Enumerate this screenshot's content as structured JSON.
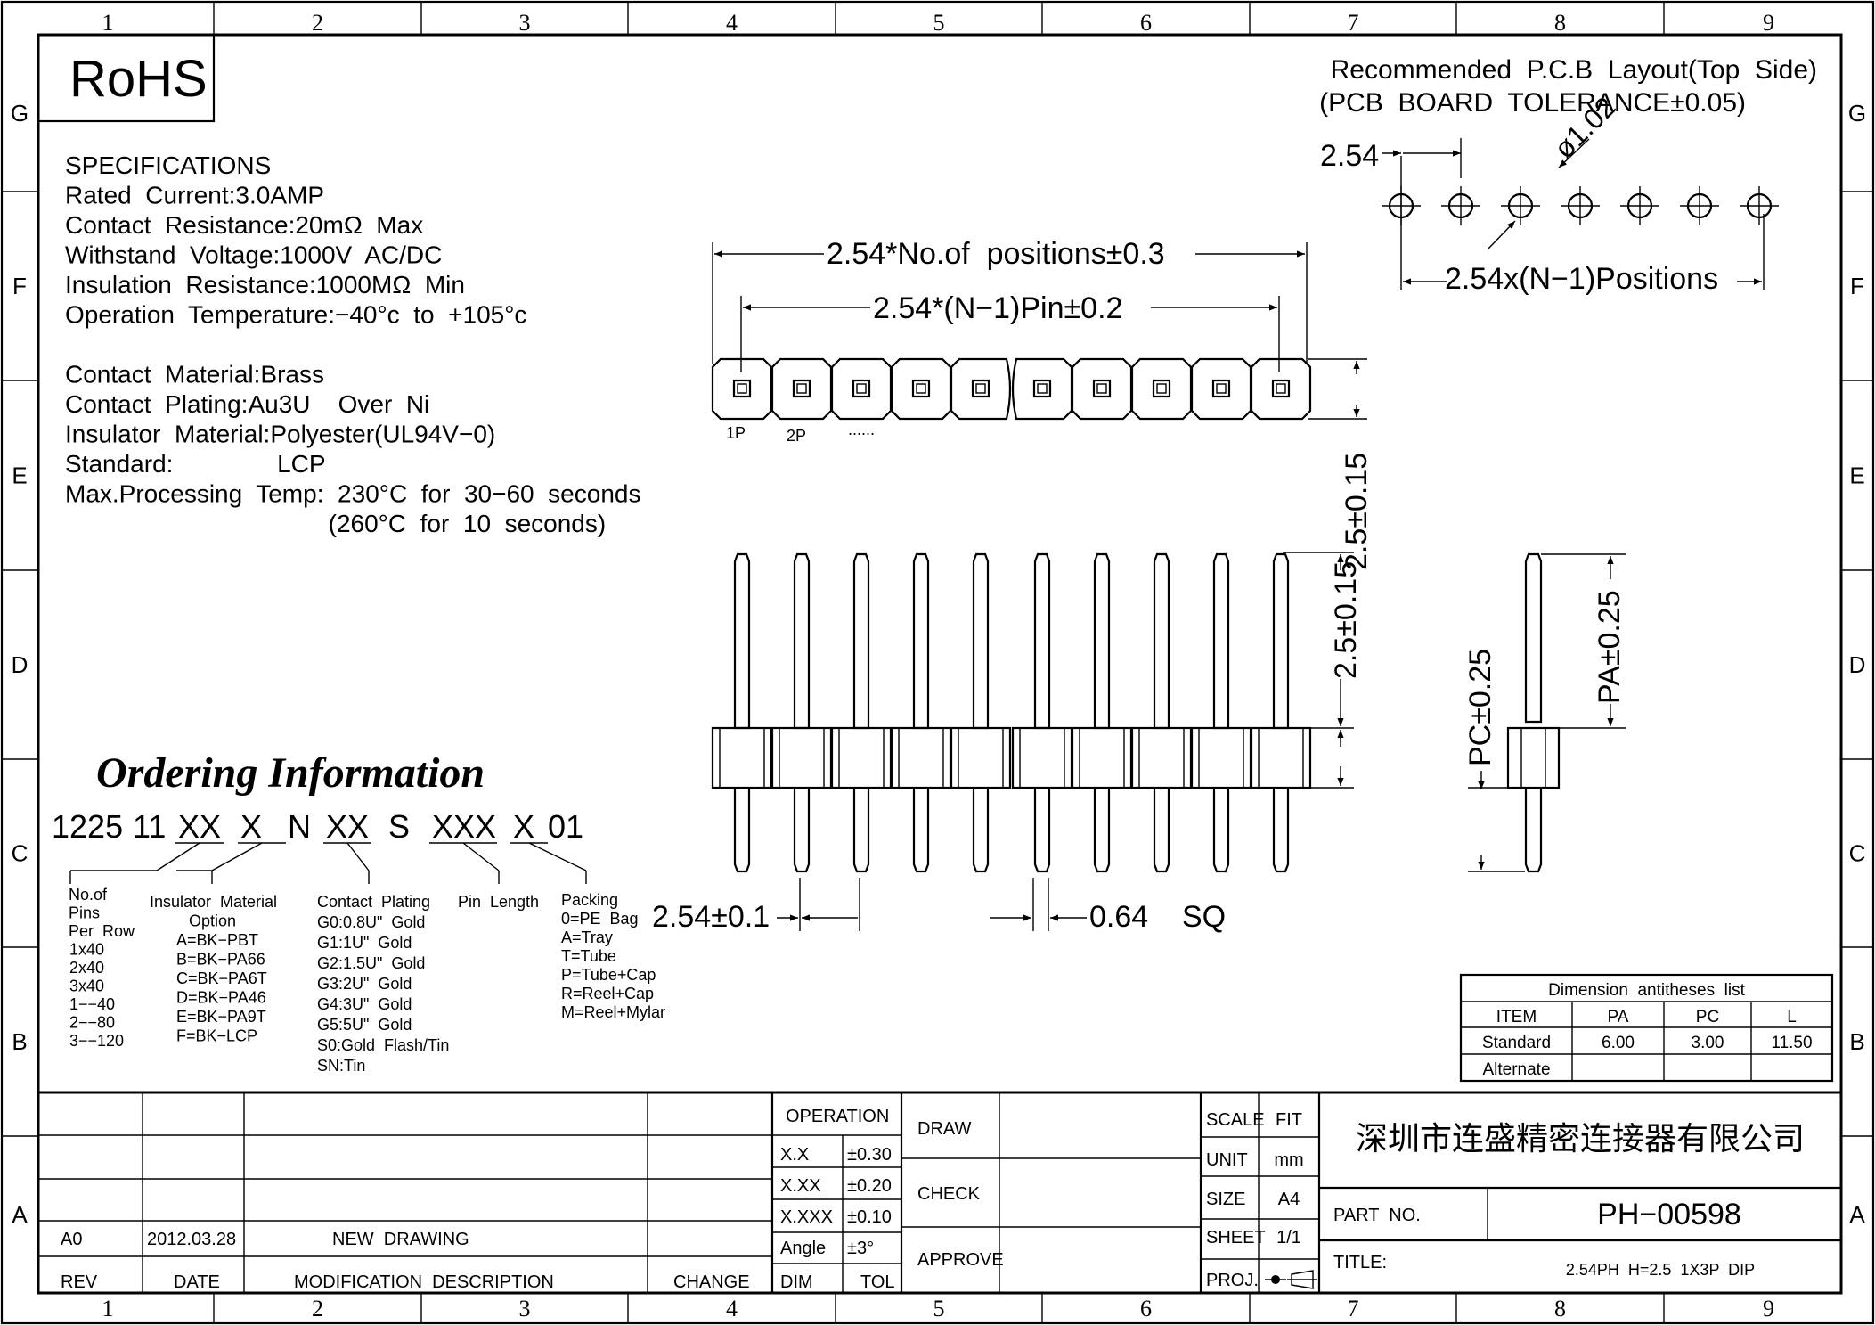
{
  "border": {
    "cols": [
      "1",
      "2",
      "3",
      "4",
      "5",
      "6",
      "7",
      "8",
      "9"
    ],
    "rows": [
      "G",
      "F",
      "E",
      "D",
      "C",
      "B",
      "A"
    ]
  },
  "logo": "RoHS",
  "specifications": [
    "SPECIFICATIONS",
    "Rated  Current:3.0AMP",
    "Contact  Resistance:20mΩ  Max",
    "Withstand  Voltage:1000V  AC/DC",
    "Insulation  Resistance:1000MΩ  Min",
    "Operation  Temperature:−40°c  to  +105°c",
    "",
    "Contact  Material:Brass",
    "Contact  Plating:Au3U    Over  Ni",
    "Insulator  Material:Polyester(UL94V−0)",
    "Standard:               LCP",
    "Max.Processing  Temp:  230°C  for  30−60  seconds",
    "                                      (260°C  for  10  seconds)"
  ],
  "ordering": {
    "title": "Ordering Information",
    "code": [
      "1225",
      "11",
      "XX",
      "X",
      "N",
      "XX",
      "S",
      "XXX",
      "X",
      "01"
    ],
    "groups": [
      {
        "name": "pins",
        "lines": [
          "No.of",
          "Pins",
          "Per  Row",
          "1x40",
          "2x40",
          "3x40",
          "1−−40",
          "2−−80",
          "3−−120"
        ]
      },
      {
        "name": "insulator",
        "lines": [
          "Insulator  Material",
          "Option",
          "A=BK−PBT",
          "B=BK−PA66",
          "C=BK−PA6T",
          "D=BK−PA46",
          "E=BK−PA9T",
          "F=BK−LCP"
        ]
      },
      {
        "name": "plating",
        "lines": [
          "Contact  Plating",
          "G0:0.8U\"  Gold",
          "G1:1U\"  Gold",
          "G2:1.5U\"  Gold",
          "G3:2U\"  Gold",
          "G4:3U\"  Gold",
          "G5:5U\"  Gold",
          "S0:Gold  Flash/Tin",
          "SN:Tin"
        ]
      },
      {
        "name": "pin-length",
        "lines": [
          "Pin  Length"
        ]
      },
      {
        "name": "packing",
        "lines": [
          "Packing",
          "0=PE  Bag",
          "A=Tray",
          "T=Tube",
          "P=Tube+Cap",
          "R=Reel+Cap",
          "M=Reel+Mylar"
        ]
      }
    ]
  },
  "pcb_layout": {
    "title": "Recommended  P.C.B  Layout(Top  Side)",
    "tolerance": "(PCB  BOARD  TOLERANCE±0.05)",
    "pitch": "2.54",
    "hole": "ø1.02",
    "span": "2.54x(N−1)Positions"
  },
  "front_view": {
    "overall_length": "2.54*No.of  positions±0.3",
    "pin_span": "2.54*(N−1)Pin±0.2",
    "pin_labels": [
      "1P",
      "2P",
      "......"
    ],
    "body_width": "2.5±0.15",
    "body_height": "2.5±0.15",
    "pitch": "2.54±0.1",
    "pin_size": "0.64    SQ"
  },
  "side_view": {
    "pa": "PA±0.25",
    "pc": "PC±0.25"
  },
  "dimension_table": {
    "title": "Dimension  antitheses  list",
    "headers": [
      "ITEM",
      "PA",
      "PC",
      "L"
    ],
    "rows": [
      [
        "Standard",
        "6.00",
        "3.00",
        "11.50"
      ],
      [
        "Alternate",
        "",
        "",
        ""
      ]
    ]
  },
  "title_block": {
    "revision": {
      "rev": "A0",
      "date": "2012.03.28",
      "description": "NEW  DRAWING"
    },
    "rev_headers": [
      "REV",
      "DATE",
      "MODIFICATION  DESCRIPTION",
      "CHANGE"
    ],
    "operation": "OPERATION",
    "tolerances": [
      {
        "label": "X.X",
        "value": "±0.30"
      },
      {
        "label": "X.XX",
        "value": "±0.20"
      },
      {
        "label": "X.XXX",
        "value": "±0.10"
      },
      {
        "label": "Angle",
        "value": "±3°"
      }
    ],
    "dim_label": "DIM",
    "tol_label": "TOL",
    "draw": "DRAW",
    "check": "CHECK",
    "approve": "APPROVE",
    "scale": {
      "label": "SCALE",
      "value": "FIT"
    },
    "unit": {
      "label": "UNIT",
      "value": "mm"
    },
    "size": {
      "label": "SIZE",
      "value": "A4"
    },
    "sheet": {
      "label": "SHEET",
      "value": "1/1"
    },
    "proj": "PROJ.",
    "company": "深圳市连盛精密连接器有限公司",
    "part_no_label": "PART  NO.",
    "part_no": "PH−00598",
    "title_label": "TITLE:",
    "title": "2.54PH  H=2.5  1X3P  DIP"
  }
}
